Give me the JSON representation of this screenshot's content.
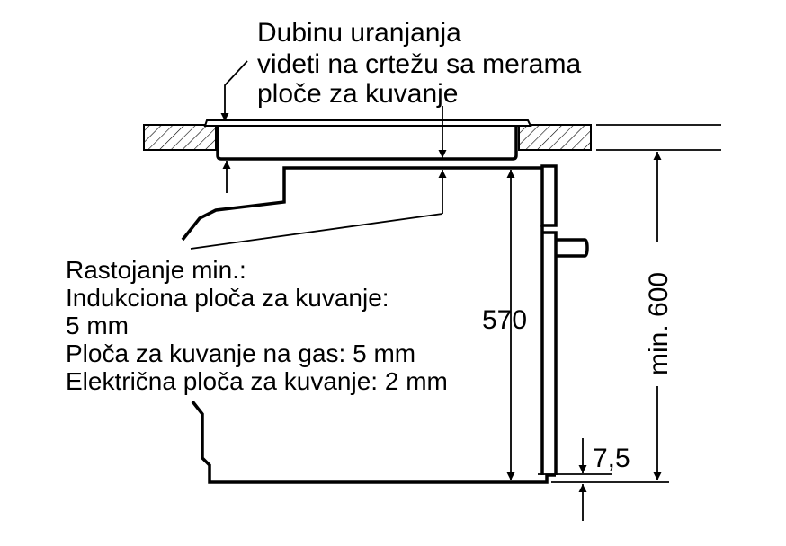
{
  "top_note": {
    "lines": [
      "Dubinu uranjanja",
      "videti na crtežu sa merama",
      "ploče za kuvanje"
    ]
  },
  "left_note": {
    "lines": [
      "Rastojanje min.:",
      "Indukciona ploča za kuvanje:",
      "5 mm",
      "Ploča za kuvanje na gas: 5 mm",
      "Električna ploča za kuvanje: 2 mm"
    ]
  },
  "dimensions": {
    "oven_height": "570",
    "cabinet_height": "min. 600",
    "gap": "7,5"
  }
}
